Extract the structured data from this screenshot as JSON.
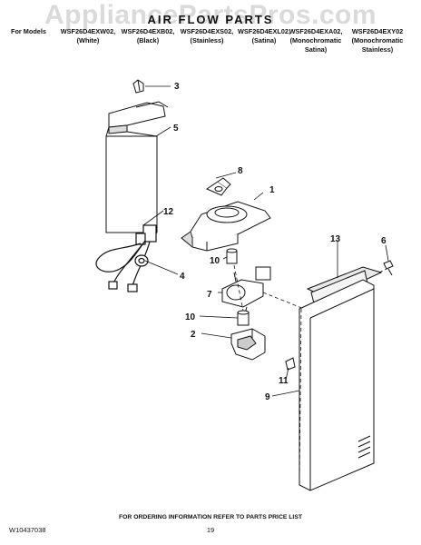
{
  "watermark": "AppliancePartsPros.com",
  "title": "AIR FLOW PARTS",
  "models": {
    "prefix": "For Models",
    "columns": [
      {
        "model": "WSF26D4EXW02,",
        "finish": [
          "(White)"
        ]
      },
      {
        "model": "WSF26D4EXB02,",
        "finish": [
          "(Black)"
        ]
      },
      {
        "model": "WSF26D4EXS02,",
        "finish": [
          "(Stainless)"
        ]
      },
      {
        "model": "WSF26D4EXL02,",
        "finish": [
          "(Satina)"
        ]
      },
      {
        "model": "WSF26D4EXA02,",
        "finish": [
          "(Monochromatic",
          "Satina)"
        ]
      },
      {
        "model": "WSF26D4EXY02",
        "finish": [
          "(Monochromatic",
          "Stainless)"
        ]
      }
    ]
  },
  "callouts": [
    "1",
    "2",
    "3",
    "4",
    "5",
    "6",
    "7",
    "8",
    "9",
    "10",
    "10",
    "11",
    "12",
    "13"
  ],
  "footer": {
    "ordering_note": "FOR ORDERING INFORMATION REFER TO PARTS PRICE LIST",
    "doc_id": "W10437038",
    "page_number": "19"
  }
}
